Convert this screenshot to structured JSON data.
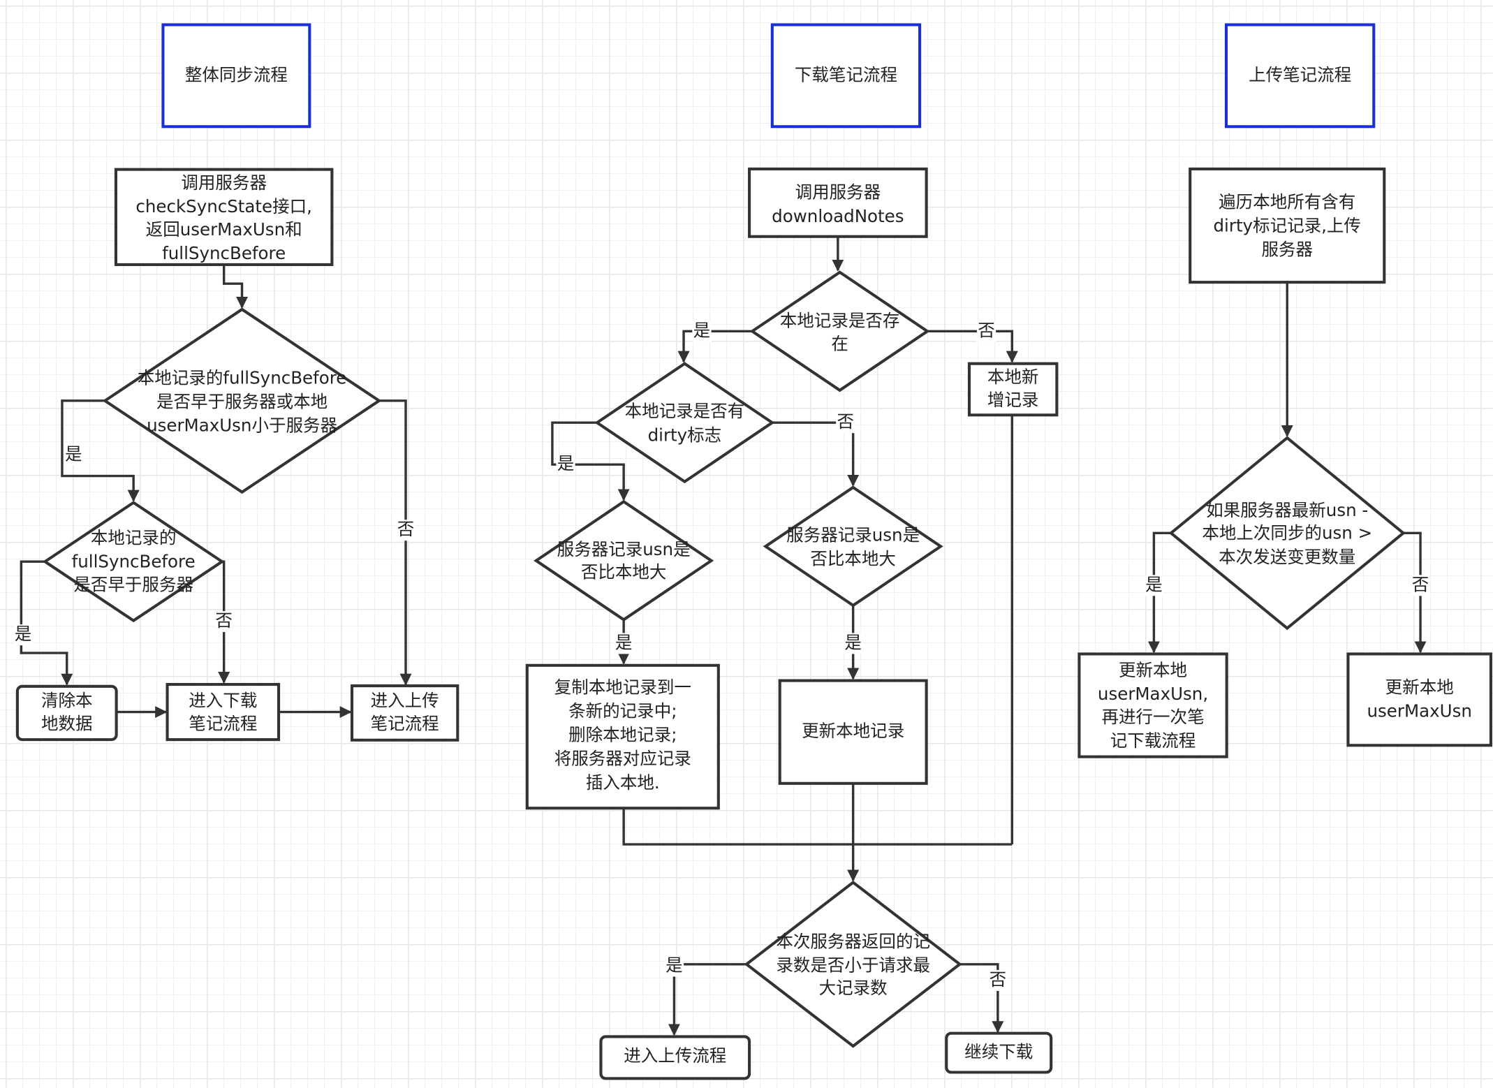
{
  "colors": {
    "title_border": "#1a2fd6",
    "shape_border": "#333333"
  },
  "titles": {
    "overall": "整体同步流程",
    "download": "下载笔记流程",
    "upload": "上传笔记流程"
  },
  "nodes": {
    "call_check": [
      "调用服务器",
      "checkSyncState接口,",
      "返回userMaxUsn和",
      "fullSyncBefore"
    ],
    "d_full_or_usn": [
      "本地记录的fullSyncBefore",
      "是否早于服务器或本地",
      "userMaxUsn小于服务器"
    ],
    "d_full": [
      "本地记录的",
      "fullSyncBefore",
      "是否早于服务器"
    ],
    "clear_local": [
      "清除本",
      "地数据"
    ],
    "enter_download": [
      "进入下载",
      "笔记流程"
    ],
    "enter_upload": [
      "进入上传",
      "笔记流程"
    ],
    "call_download": [
      "调用服务器",
      "downloadNotes"
    ],
    "d_exists": [
      "本地记录是否存",
      "在"
    ],
    "add_local": [
      "本地新",
      "增记录"
    ],
    "d_dirty": [
      "本地记录是否有",
      "dirty标志"
    ],
    "d_usn_a": [
      "服务器记录usn是",
      "否比本地大"
    ],
    "d_usn_b": [
      "服务器记录usn是",
      "否比本地大"
    ],
    "copy_record": [
      "复制本地记录到一",
      "条新的记录中;",
      "删除本地记录;",
      "将服务器对应记录",
      "插入本地."
    ],
    "update_local": [
      "更新本地记录"
    ],
    "d_count": [
      "本次服务器返回的记",
      "录数是否小于请求最",
      "大记录数"
    ],
    "goto_upload": [
      "进入上传流程"
    ],
    "continue_download": [
      "继续下载"
    ],
    "iterate_dirty": [
      "遍历本地所有含有",
      "dirty标记记录,上传",
      "服务器"
    ],
    "d_usn_diff": [
      "如果服务器最新usn -",
      "本地上次同步的usn >",
      "本次发送变更数量"
    ],
    "update_max_redownload": [
      "更新本地",
      "userMaxUsn,",
      "再进行一次笔",
      "记下载流程"
    ],
    "update_max": [
      "更新本地",
      "userMaxUsn"
    ]
  },
  "edge_labels": {
    "e_d1_yes": "是",
    "e_d1_no": "否",
    "e_d2_yes": "是",
    "e_d2_no": "否",
    "e_exists_yes": "是",
    "e_exists_no": "否",
    "e_dirty_yes": "是",
    "e_dirty_no": "否",
    "e_usna_yes": "是",
    "e_usnb_yes": "是",
    "e_count_yes": "是",
    "e_count_no": "否",
    "e_diff_yes": "是",
    "e_diff_no": "否"
  }
}
